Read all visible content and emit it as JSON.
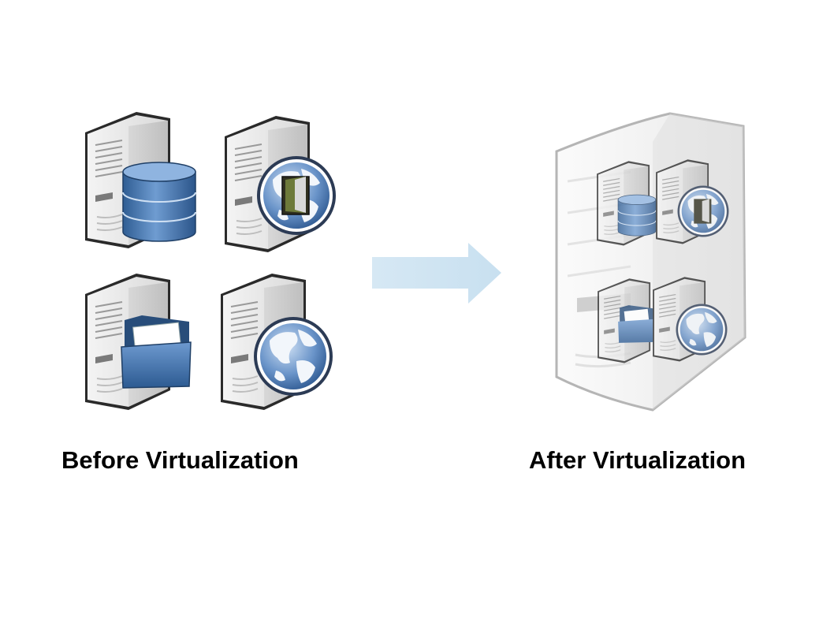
{
  "captions": {
    "before": "Before Virtualization",
    "after": "After Virtualization"
  },
  "servers_before": [
    {
      "role": "database",
      "overlay_icon": "database-icon"
    },
    {
      "role": "web-gateway",
      "overlay_icon": "globe-door-icon"
    },
    {
      "role": "file-server",
      "overlay_icon": "folder-icon"
    },
    {
      "role": "web-server",
      "overlay_icon": "globe-icon"
    }
  ],
  "arrow": {
    "direction": "right",
    "color": "#cfe3f1"
  },
  "host_server": {
    "contains": [
      "database",
      "web-gateway",
      "file-server",
      "web-server"
    ]
  },
  "colors": {
    "server_body": "#e6e6e6",
    "server_outline": "#1e1e1e",
    "database_blue": "#3f6fa6",
    "globe_blue": "#3e6fae",
    "host_outline": "#b5b5b5"
  }
}
